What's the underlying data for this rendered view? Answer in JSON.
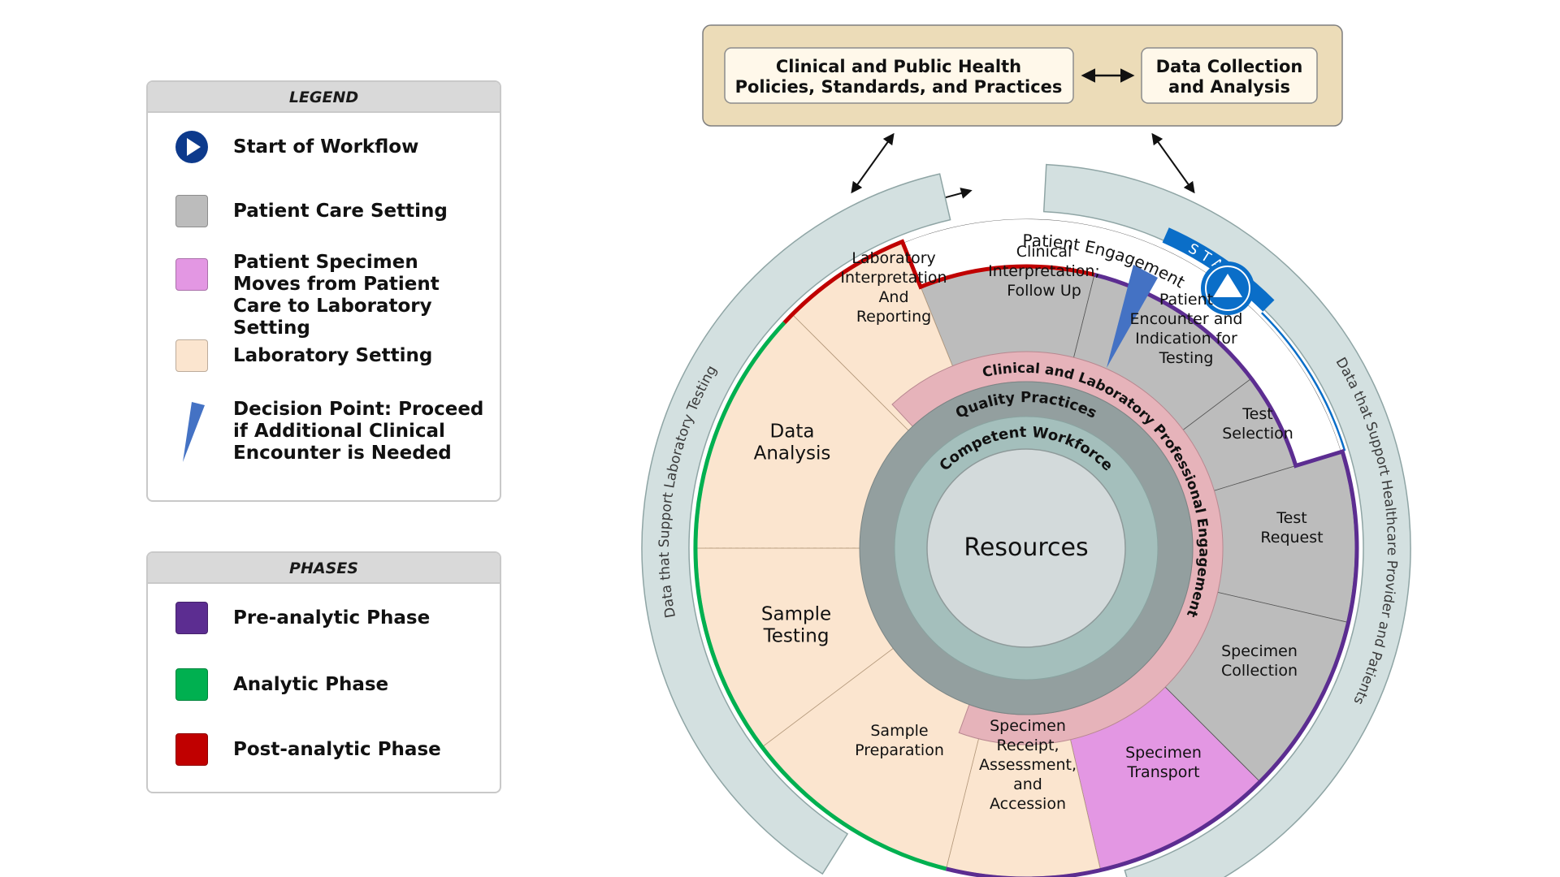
{
  "legend": {
    "title": "LEGEND",
    "items": [
      {
        "label": "Start of Workflow",
        "icon": "play-circle-icon",
        "color": "#0d3a8c"
      },
      {
        "label": "Patient Care Setting",
        "color": "#bcbcbc"
      },
      {
        "label": "Patient Specimen Moves from Patient Care to Laboratory Setting",
        "color": "#e397e3"
      },
      {
        "label": "Laboratory Setting",
        "color": "#fbe5cf"
      },
      {
        "label": "Decision Point: Proceed if Additional Clinical Encounter is Needed",
        "icon": "decision-wedge-icon",
        "color": "#4472c4"
      }
    ]
  },
  "phases": {
    "title": "PHASES",
    "items": [
      {
        "label": "Pre-analytic Phase",
        "color": "#5c2d91"
      },
      {
        "label": "Analytic Phase",
        "color": "#00b050"
      },
      {
        "label": "Post-analytic Phase",
        "color": "#c00000"
      }
    ]
  },
  "top_box": {
    "left_box": [
      "Clinical and Public Health",
      "Policies, Standards, and Practices"
    ],
    "right_box": [
      "Data Collection",
      "and Analysis"
    ]
  },
  "outer_arcs": {
    "left_label": "Data that Support Laboratory Testing",
    "right_label": "Data that Support Healthcare Provider and Patients"
  },
  "ring": {
    "patient_engagement": "Patient Engagement",
    "start": "START",
    "professional_engagement": "Clinical and Laboratory Professional Engagement",
    "quality_practices": "Quality Practices",
    "competent_workforce": "Competent Workforce",
    "resources": "Resources"
  },
  "segments": [
    {
      "id": "clinical-interpretation",
      "lines": [
        "Clinical",
        "Interpretation;",
        "Follow Up"
      ]
    },
    {
      "id": "patient-encounter",
      "lines": [
        "Patient",
        "Encounter and",
        "Indication for",
        "Testing"
      ]
    },
    {
      "id": "test-selection",
      "lines": [
        "Test",
        "Selection"
      ]
    },
    {
      "id": "test-request",
      "lines": [
        "Test",
        "Request"
      ]
    },
    {
      "id": "specimen-collection",
      "lines": [
        "Specimen",
        "Collection"
      ]
    },
    {
      "id": "specimen-transport",
      "lines": [
        "Specimen",
        "Transport"
      ]
    },
    {
      "id": "specimen-receipt",
      "lines": [
        "Specimen",
        "Receipt,",
        "Assessment,",
        "and",
        "Accession"
      ]
    },
    {
      "id": "sample-preparation",
      "lines": [
        "Sample",
        "Preparation"
      ]
    },
    {
      "id": "sample-testing",
      "lines": [
        "Sample",
        "Testing"
      ]
    },
    {
      "id": "data-analysis",
      "lines": [
        "Data",
        "Analysis"
      ]
    },
    {
      "id": "lab-interpretation",
      "lines": [
        "Laboratory",
        "Interpretation",
        "And",
        "Reporting"
      ]
    }
  ],
  "colors": {
    "patient_care": "#bcbcbc",
    "transport": "#e397e3",
    "lab": "#fbe5cf",
    "pre_analytic": "#5c2d91",
    "analytic": "#00b050",
    "post_analytic": "#c00000",
    "data_band": "#d3e0e0",
    "professional": "#e6b3ba",
    "quality": "#939f9f",
    "workforce": "#a4bfbc",
    "resources": "#d3dadb",
    "top_panel": "#ecdcb8",
    "top_inner": "#fff8ea",
    "start_blue": "#0a6ec8"
  }
}
